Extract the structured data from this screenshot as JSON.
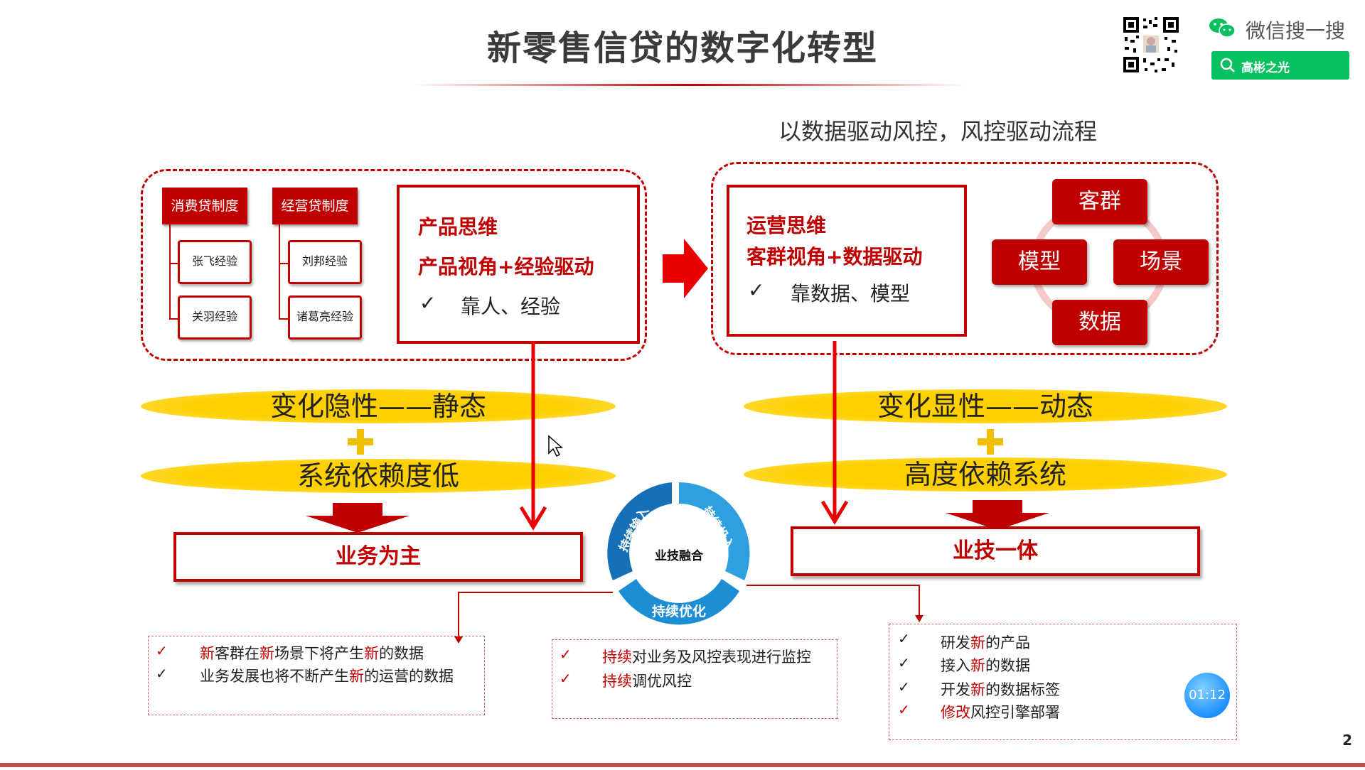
{
  "title": "新零售信贷的数字化转型",
  "wechat": {
    "label": "微信搜一搜",
    "search_text": "高彬之光"
  },
  "subtitle": "以数据驱动风控，风控驱动流程",
  "left_panel": {
    "system1": "消费贷制度",
    "system2": "经营贷制度",
    "exp1": "张飞经验",
    "exp2": "关羽经验",
    "exp3": "刘邦经验",
    "exp4": "诸葛亮经验",
    "thinking": "产品思维",
    "perspective": "产品视角+经验驱动",
    "check_text": "靠人、经验"
  },
  "right_panel": {
    "thinking": "运营思维",
    "perspective": "客群视角+数据驱动",
    "check_text": "靠数据、模型",
    "nodes": {
      "top": "客群",
      "left": "模型",
      "right": "场景",
      "bottom": "数据"
    }
  },
  "left_ellipse1": "变化隐性——静态",
  "left_ellipse2": "系统依赖度低",
  "right_ellipse1": "变化显性——动态",
  "right_ellipse2": "高度依赖系统",
  "left_result": "业务为主",
  "right_result": "业技一体",
  "cycle": {
    "center": "业技融合",
    "seg_left": "持续输入",
    "seg_right": "持续投入",
    "seg_bottom": "持续优化"
  },
  "list_left": {
    "item1": {
      "p1": "新",
      "p2": "客群在",
      "p3": "新",
      "p4": "场景下将产生",
      "p5": "新",
      "p6": "的数据"
    },
    "item2": {
      "p1": "业务发展也将不断产生",
      "p2": "新",
      "p3": "的运营的数据"
    }
  },
  "list_mid": {
    "item1": {
      "hl": "持续",
      "rest": "对业务及风控表现进行监控"
    },
    "item2": {
      "hl": "持续",
      "rest": "调优风控"
    }
  },
  "list_right": {
    "item1": {
      "a": "研发",
      "hl": "新",
      "b": "的产品"
    },
    "item2": {
      "a": "接入",
      "hl": "新",
      "b": "的数据"
    },
    "item3": {
      "a": "开发",
      "hl": "新",
      "b": "的数据标签"
    },
    "item4": {
      "hl": "修改",
      "b": "风控引擎部署"
    }
  },
  "check_mark": "✓",
  "timer": "01:12",
  "page_number": "2",
  "colors": {
    "accent": "#c00000",
    "highlight": "#ffd000",
    "cycle_blue": "#1f86c8",
    "wechat_green": "#07c160"
  }
}
